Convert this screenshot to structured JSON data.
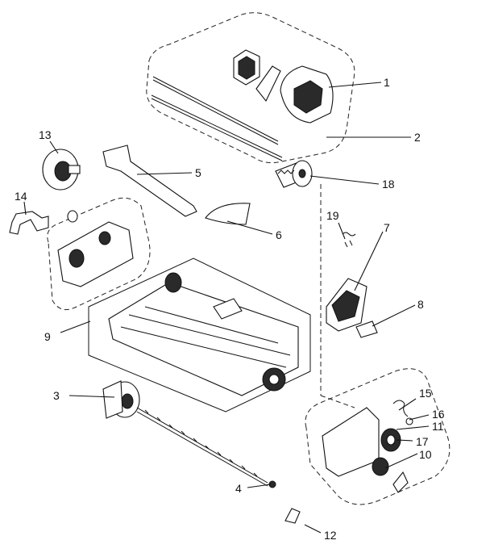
{
  "callouts": [
    {
      "id": "1",
      "text": "1"
    },
    {
      "id": "2",
      "text": "2"
    },
    {
      "id": "3",
      "text": "3"
    },
    {
      "id": "4",
      "text": "4"
    },
    {
      "id": "5",
      "text": "5"
    },
    {
      "id": "6",
      "text": "6"
    },
    {
      "id": "7",
      "text": "7"
    },
    {
      "id": "8",
      "text": "8"
    },
    {
      "id": "9",
      "text": "9"
    },
    {
      "id": "10",
      "text": "10"
    },
    {
      "id": "11",
      "text": "11"
    },
    {
      "id": "12",
      "text": "12"
    },
    {
      "id": "13",
      "text": "13"
    },
    {
      "id": "14",
      "text": "14"
    },
    {
      "id": "15",
      "text": "15"
    },
    {
      "id": "16",
      "text": "16"
    },
    {
      "id": "17",
      "text": "17"
    },
    {
      "id": "18",
      "text": "18"
    },
    {
      "id": "19",
      "text": "19"
    }
  ],
  "colors": {
    "ink": "#111111",
    "paper": "#ffffff"
  }
}
